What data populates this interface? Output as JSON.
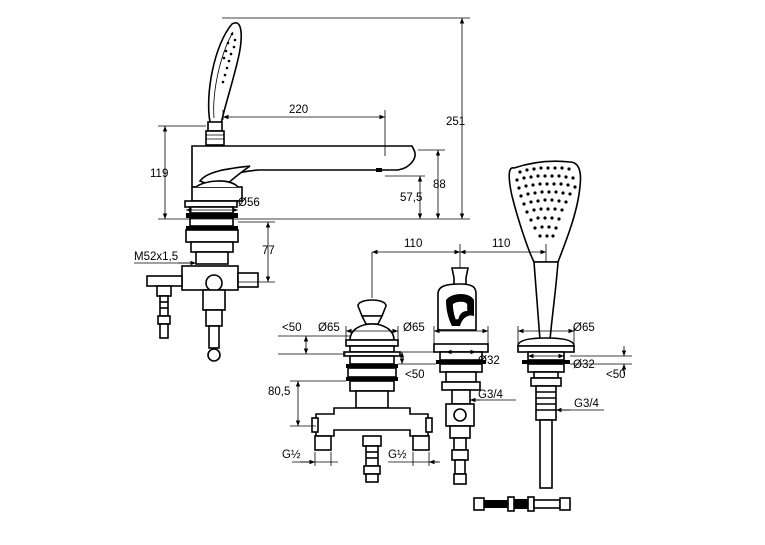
{
  "dimensions": {
    "total_height": "251",
    "spout_reach": "220",
    "body_height": "119",
    "spout_height": "88",
    "outlet_height": "57,5",
    "base_diameter": "Ø56",
    "mount_depth": "77",
    "mount_thread": "M52x1,5",
    "spacing_left": "110",
    "spacing_right": "110",
    "valve_deck_max": "<50",
    "valve_diameter": "Ø65",
    "diverter_diameter": "Ø65",
    "diverter_hole": "Ø32",
    "diverter_deck_max": "<50",
    "valve_depth": "80,5",
    "diverter_thread": "G3/4",
    "valve_conn_left": "G½",
    "valve_conn_right": "G½",
    "shower_diameter": "Ø65",
    "shower_hole": "Ø32",
    "shower_deck_max": "<50",
    "shower_thread": "G3/4"
  }
}
